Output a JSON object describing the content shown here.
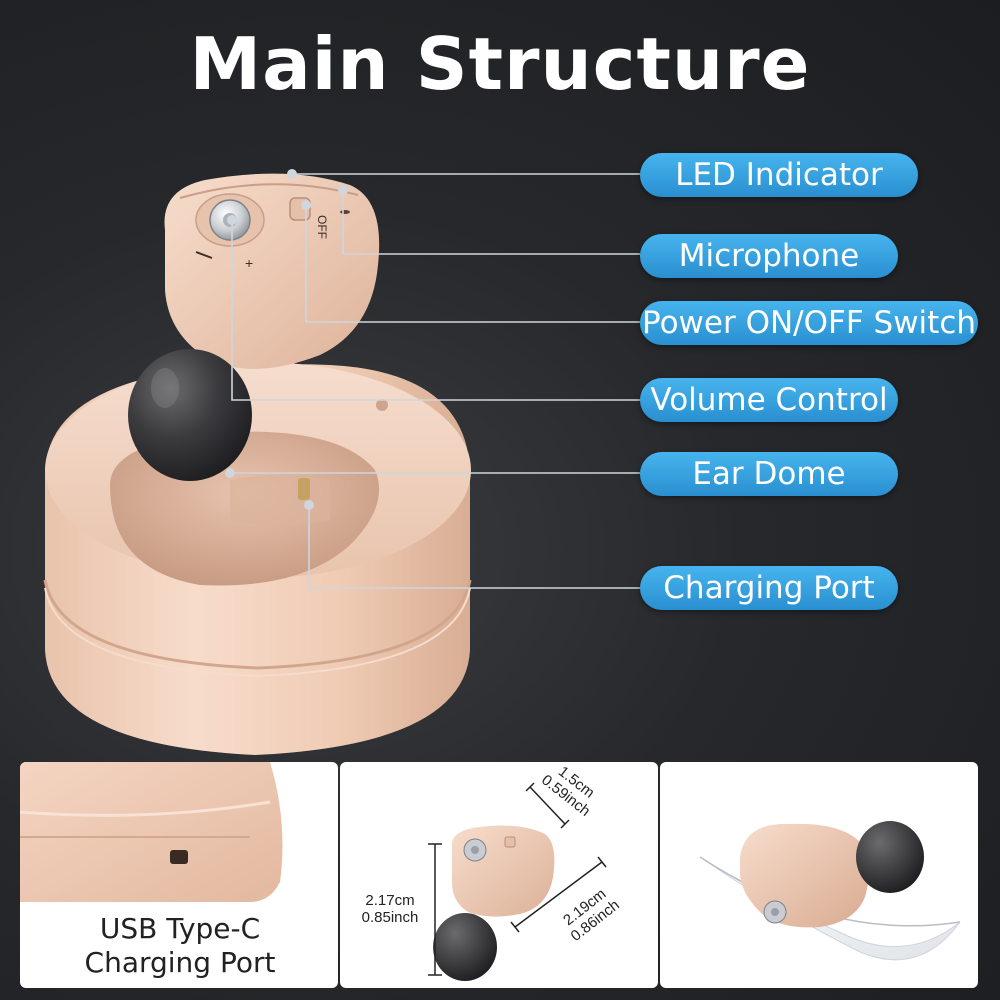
{
  "title": "Main Structure",
  "labels": {
    "led": "LED Indicator",
    "microphone": "Microphone",
    "power": "Power ON/OFF Switch",
    "volume": "Volume Control",
    "dome": "Ear Dome",
    "charging": "Charging Port"
  },
  "panels": {
    "usb": {
      "line1": "USB Type-C",
      "line2": "Charging Port"
    },
    "dimensions": {
      "depth_cm": "1.5cm",
      "depth_in": "0.59inch",
      "height_cm": "2.17cm",
      "height_in": "0.85inch",
      "width_cm": "2.19cm",
      "width_in": "0.86inch"
    }
  },
  "device_markings": {
    "switch": "OFF",
    "plus": "+",
    "minus": "-"
  },
  "colors": {
    "label_blue": "#3aa6e4",
    "device_beige": "#f2d2bd",
    "background": "#26282b"
  }
}
